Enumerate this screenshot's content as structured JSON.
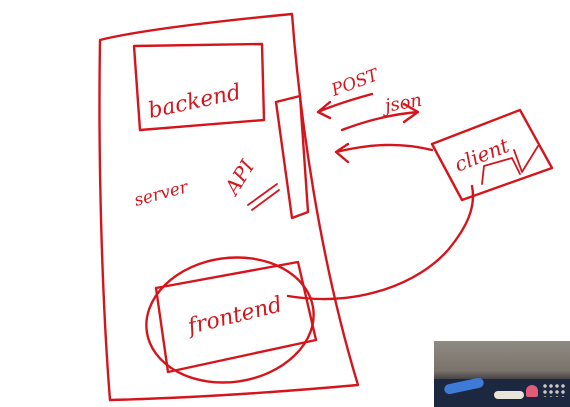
{
  "canvas": {
    "background": "#ffffff",
    "ink_color": "#d4161c"
  },
  "labels": {
    "backend": "backend",
    "server": "server",
    "api": "API",
    "frontend": "frontend",
    "client": "client",
    "post": "POST",
    "json": "json"
  },
  "webcam": {
    "description_icon": "webcam-thumbnail"
  }
}
